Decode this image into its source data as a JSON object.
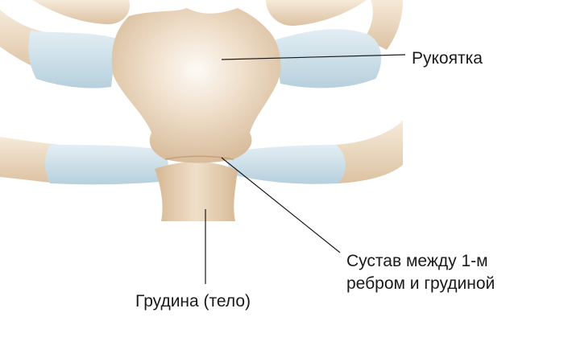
{
  "labels": {
    "manubrium": "Рукоятка",
    "joint_line1": "Сустав между 1-м",
    "joint_line2": "ребром и грудиной",
    "sternum_body": "Грудина (тело)"
  },
  "colors": {
    "bone": "#e6d0b4",
    "bone_shade": "#cfb08e",
    "bone_highlight": "#fbf6ef",
    "cartilage": "#cfe1ea",
    "cartilage_shade": "#a9c5d4",
    "leader_line": "#1a1a1a",
    "background": "#ffffff"
  }
}
